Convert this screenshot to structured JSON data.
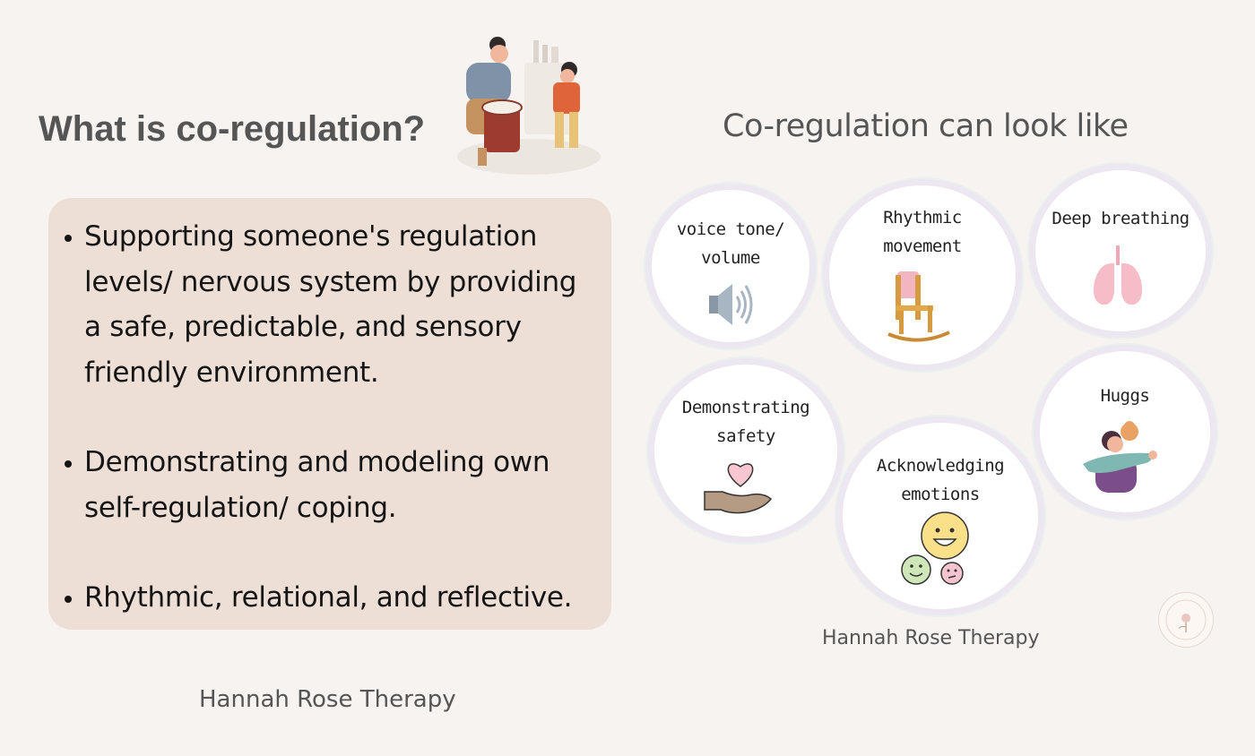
{
  "left": {
    "title": "What is co-regulation?",
    "bullets": [
      "Supporting someone's regulation levels/ nervous system by providing a safe, predictable, and  sensory friendly environment.",
      "Demonstrating and modeling own self-regulation/ coping.",
      "Rhythmic, relational, and reflective."
    ],
    "footer": "Hannah Rose Therapy"
  },
  "right": {
    "title": "Co-regulation can look like",
    "bubbles": {
      "voice": {
        "line1": "voice tone/",
        "line2": "volume",
        "icon": "speaker-icon"
      },
      "rhythmic": {
        "line1": "Rhythmic",
        "line2": "movement",
        "icon": "rocking-chair-icon"
      },
      "breathing": {
        "line1": "Deep breathing",
        "icon": "lungs-icon"
      },
      "safety": {
        "line1": "Demonstrating",
        "line2": "safety",
        "icon": "heart-in-hand-icon"
      },
      "emotions": {
        "line1": "Acknowledging",
        "line2": "emotions",
        "icon": "smiley-faces-icon"
      },
      "hugs": {
        "line1": "Huggs",
        "icon": "hug-icon"
      }
    },
    "footer": "Hannah Rose Therapy"
  },
  "colors": {
    "background": "#f7f3f0",
    "card": "#eedfd6",
    "heading": "#555555",
    "text": "#151515"
  }
}
